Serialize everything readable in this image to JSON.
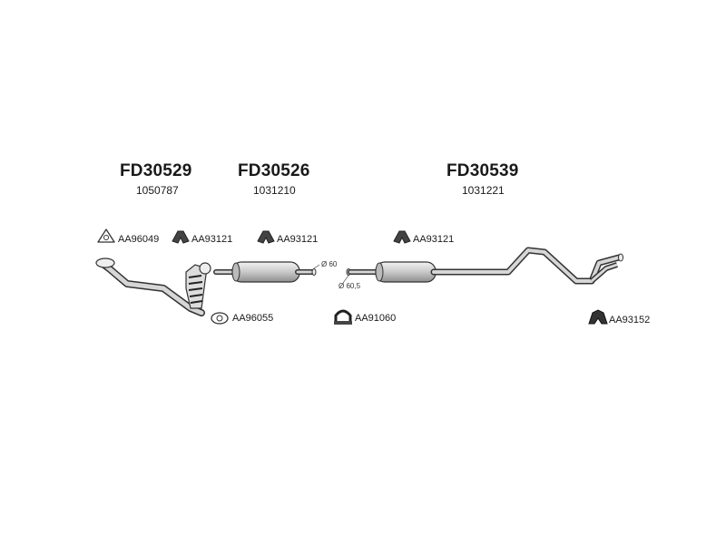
{
  "sections": [
    {
      "code": "FD30529",
      "number": "1050787"
    },
    {
      "code": "FD30526",
      "number": "1031210"
    },
    {
      "code": "FD30539",
      "number": "1031221"
    }
  ],
  "accessories": {
    "front_gasket": "AA96049",
    "hanger_front": "AA93121",
    "hanger_mid": "AA93121",
    "hanger_rear": "AA93121",
    "flange_gasket": "AA96055",
    "clamp": "AA91060",
    "rear_hanger": "AA93152"
  },
  "dimensions": {
    "pipe_a": "Ø 60",
    "pipe_b": "Ø 60,5"
  },
  "colors": {
    "stroke": "#333333",
    "fill": "#cfcfcf",
    "fill_dark": "#a9a9a9"
  }
}
